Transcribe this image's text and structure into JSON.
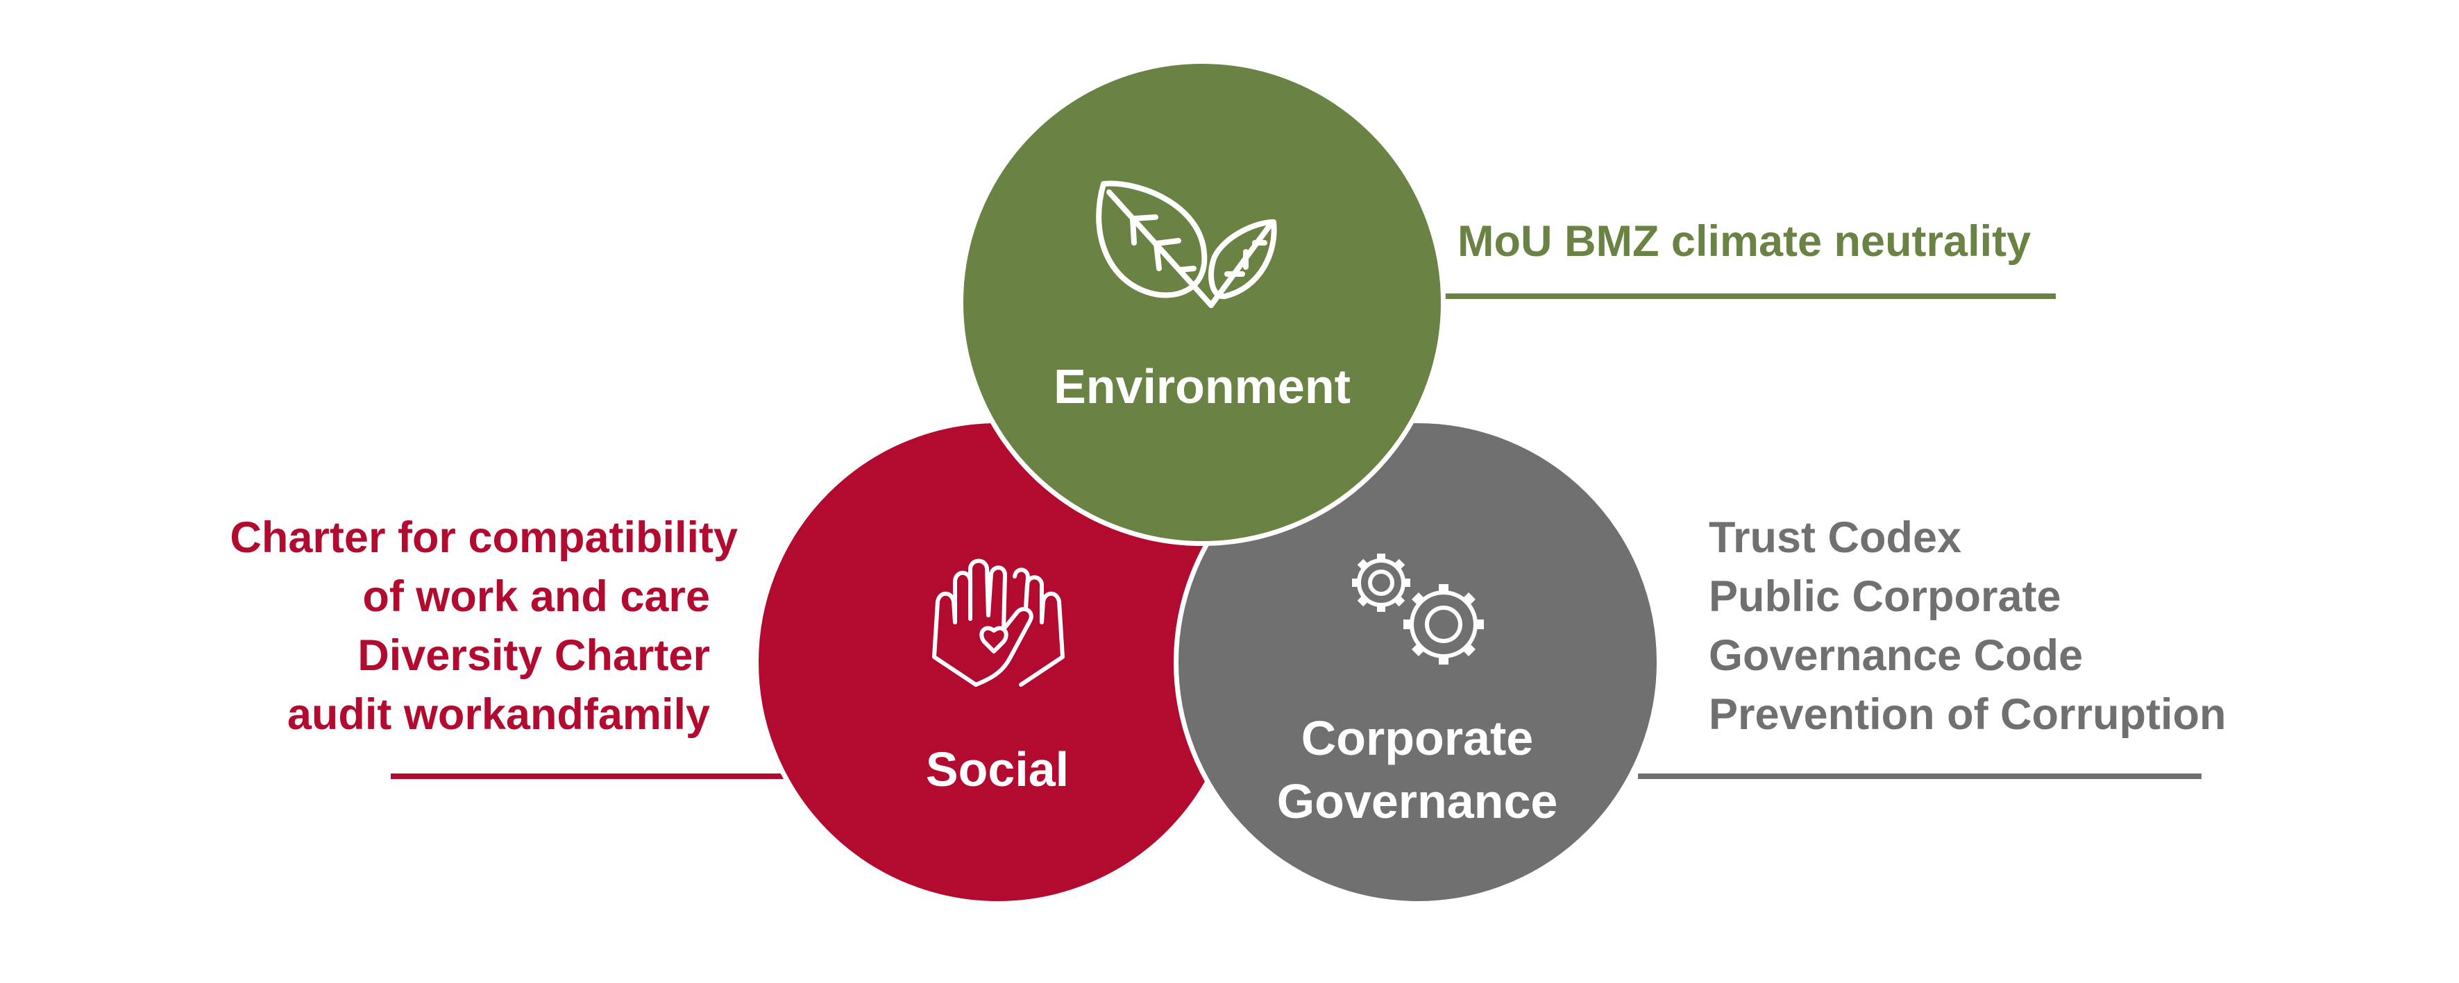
{
  "colors": {
    "environment": "#6a8243",
    "social": "#b30a2f",
    "governance": "#707070",
    "border": "#ffffff",
    "background": "#ffffff"
  },
  "environment": {
    "label": "Environment",
    "icon": "leaf-icon",
    "items": [
      "MoU BMZ climate neutrality"
    ]
  },
  "social": {
    "label": "Social",
    "icon": "hands-heart-icon",
    "items": [
      "Charter for compatibility",
      "of work and care",
      "Diversity Charter",
      "audit workandfamily"
    ]
  },
  "governance": {
    "label_lines": [
      "Corporate",
      "Governance"
    ],
    "icon": "gears-icon",
    "items": [
      "Trust Codex",
      "Public Corporate",
      "Governance Code",
      "Prevention of Corruption"
    ]
  }
}
